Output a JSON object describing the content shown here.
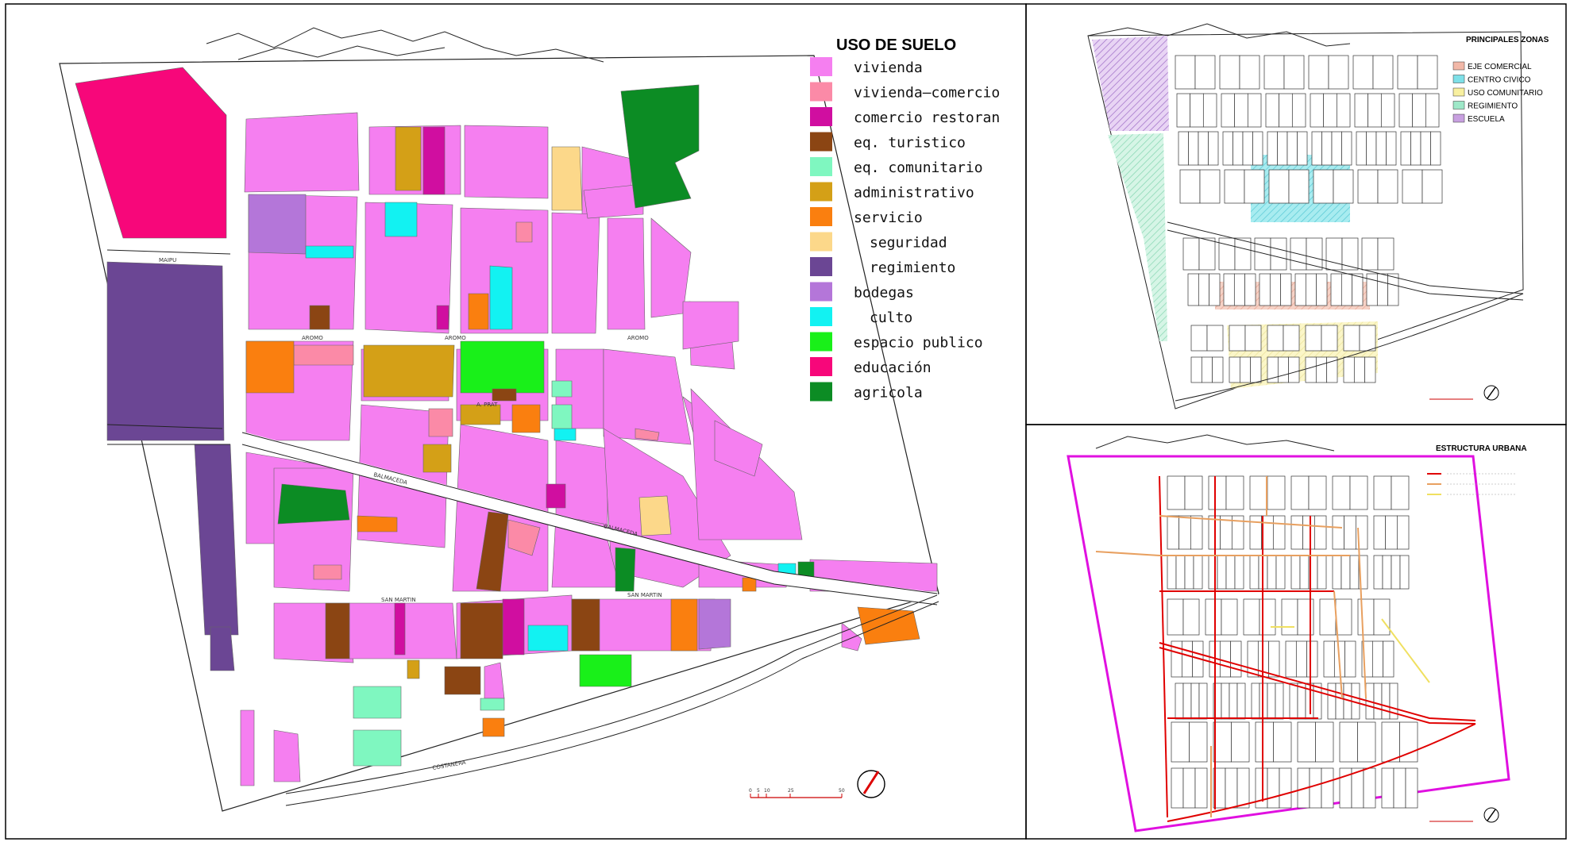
{
  "main_map": {
    "legend_title": "USO DE SUELO",
    "legend": [
      {
        "key": "vivienda",
        "label": "vivienda",
        "color": "#f57ff0"
      },
      {
        "key": "vivienda_comercio",
        "label": "vivienda—comercio",
        "color": "#fb8aa7"
      },
      {
        "key": "comercio_restoran",
        "label": "comercio restoran",
        "color": "#d00ea0"
      },
      {
        "key": "eq_turistico",
        "label": "eq. turistico",
        "color": "#8b4513"
      },
      {
        "key": "eq_comunitario",
        "label": "eq. comunitario",
        "color": "#7ff7c0"
      },
      {
        "key": "administrativo",
        "label": "administrativo",
        "color": "#d4a017"
      },
      {
        "key": "servicio",
        "label": "servicio",
        "color": "#fa7f0f"
      },
      {
        "key": "seguridad",
        "label": "seguridad",
        "color": "#fcd88a"
      },
      {
        "key": "regimiento",
        "label": "regimiento",
        "color": "#6b4694"
      },
      {
        "key": "bodegas",
        "label": "bodegas",
        "color": "#b476d9"
      },
      {
        "key": "culto",
        "label": "culto",
        "color": "#12f2f2"
      },
      {
        "key": "espacio_publico",
        "label": "espacio publico",
        "color": "#19f019"
      },
      {
        "key": "educacion",
        "label": "educación",
        "color": "#f7077a"
      },
      {
        "key": "agricola",
        "label": "agricola",
        "color": "#0c8c24"
      }
    ],
    "scale_labels": [
      "0",
      "5",
      "10",
      "25",
      "50"
    ]
  },
  "zones_map": {
    "title": "PRINCIPALES ZONAS",
    "legend": [
      {
        "label": "EJE COMERCIAL",
        "color": "#f2b8a8"
      },
      {
        "label": "CENTRO CIVICO",
        "color": "#7ee0e8"
      },
      {
        "label": "USO COMUNITARIO",
        "color": "#f8f0a0"
      },
      {
        "label": "REGIMIENTO",
        "color": "#9ee8c8"
      },
      {
        "label": "ESCUELA",
        "color": "#c8a0e0"
      }
    ]
  },
  "structure_map": {
    "title": "ESTRUCTURA URBANA",
    "legend": [
      {
        "color": "#e00000"
      },
      {
        "color": "#e8a060"
      },
      {
        "color": "#f0e060"
      }
    ],
    "boundary_color": "#e010e0"
  }
}
